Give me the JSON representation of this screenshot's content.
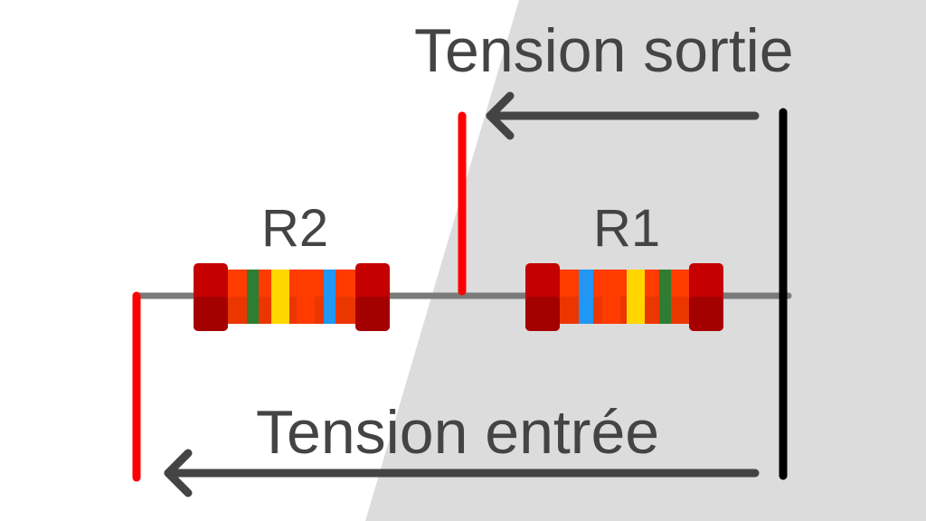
{
  "labels": {
    "output_voltage": "Tension sortie",
    "input_voltage": "Tension entrée",
    "r1": "R1",
    "r2": "R2"
  },
  "colors": {
    "background_left": "#ffffff",
    "background_right": "#dcdcdc",
    "wire": "#7a7a7a",
    "red_lead": "#ff0000",
    "black_lead": "#000000",
    "arrow": "#444444",
    "text": "#444444",
    "resistor_body": "#ff3b00",
    "resistor_cap": "#c40000",
    "resistor_cap_shade": "#8b0000"
  },
  "resistors": [
    {
      "name": "R2",
      "bands": [
        "#2e7d32",
        "#ffd600",
        "#ff3b00",
        "#2196f3"
      ]
    },
    {
      "name": "R1",
      "bands": [
        "#2196f3",
        "#ff3b00",
        "#ffd600",
        "#2e7d32"
      ]
    }
  ],
  "icons": {
    "output_arrow": "arrow-left-icon",
    "input_arrow": "arrow-left-icon"
  }
}
